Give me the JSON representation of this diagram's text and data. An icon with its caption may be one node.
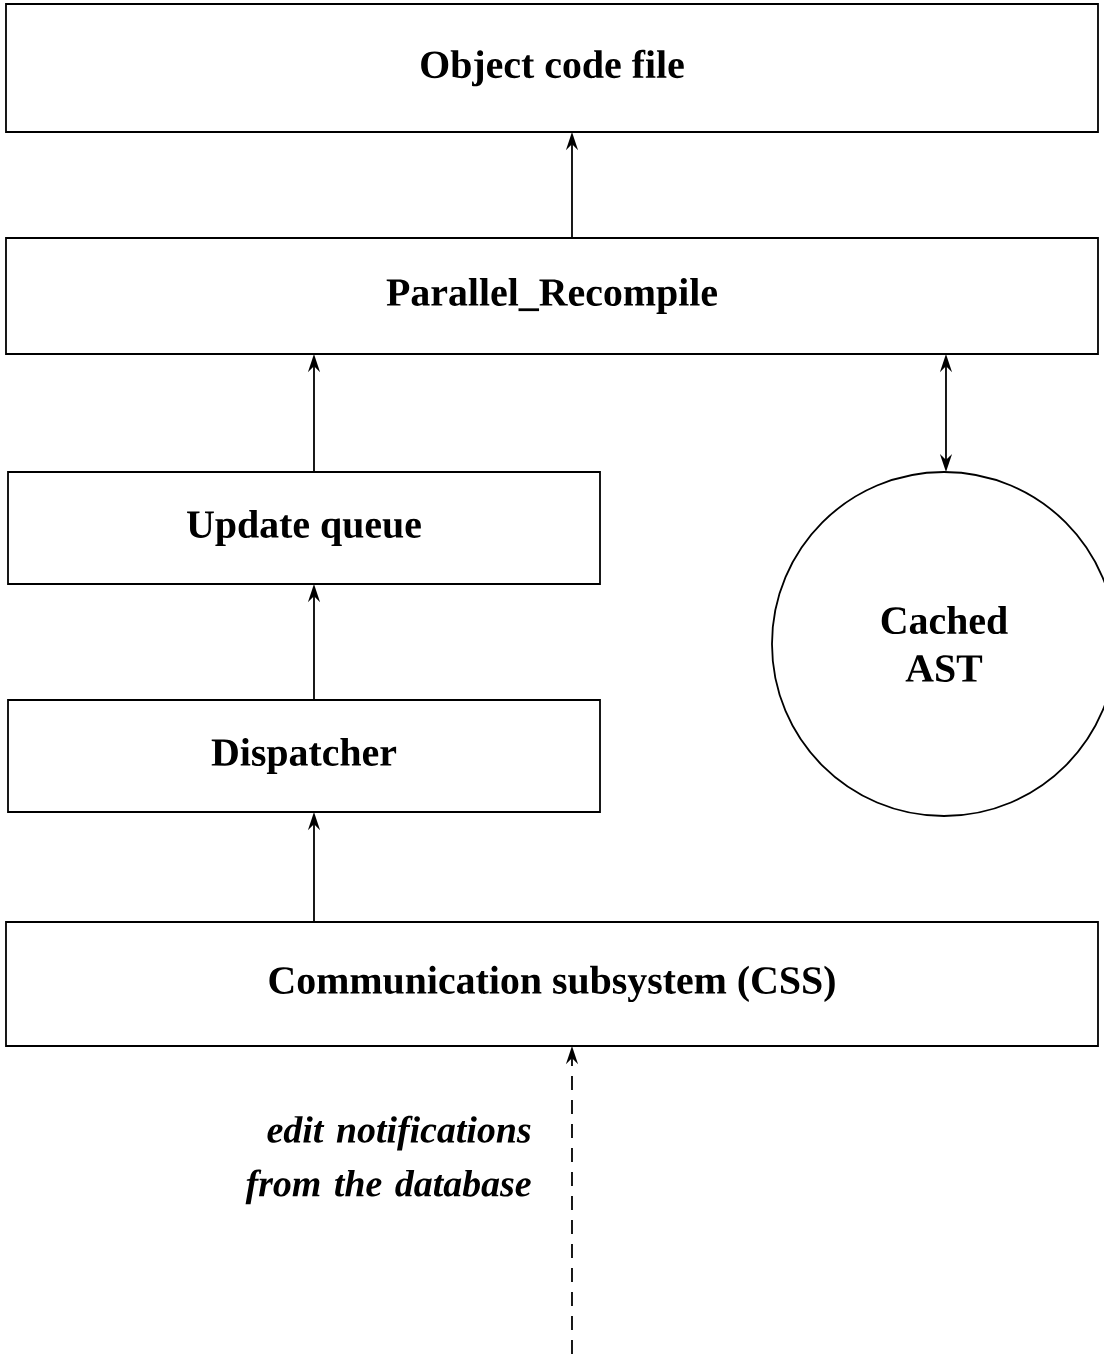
{
  "diagram": {
    "nodes": [
      {
        "text": [
          "Object code file"
        ]
      },
      {
        "text": [
          "Parallel_Recompile"
        ]
      },
      {
        "text": [
          "Update queue"
        ]
      },
      {
        "text": [],
        "shape": "circle"
      },
      {
        "text": [
          "Dispatcher"
        ]
      },
      {
        "text": [
          "Communication subsystem (CSS)"
        ]
      }
    ],
    "edges": [
      {
        "from": 1,
        "to": 0,
        "arrow": "to"
      },
      {
        "from": 2,
        "to": 1,
        "arrow": "to"
      },
      {
        "from": 1,
        "to": 3,
        "arrow": "both"
      },
      {
        "from": 4,
        "to": 2,
        "arrow": "to"
      },
      {
        "from": 5,
        "to": 4,
        "arrow": "to"
      },
      {
        "from": null,
        "to": 5,
        "arrow": "to",
        "style": "dashed",
        "label": "edit notifications from the database"
      }
    ],
    "labels": [
      "Cached AST"
    ]
  }
}
